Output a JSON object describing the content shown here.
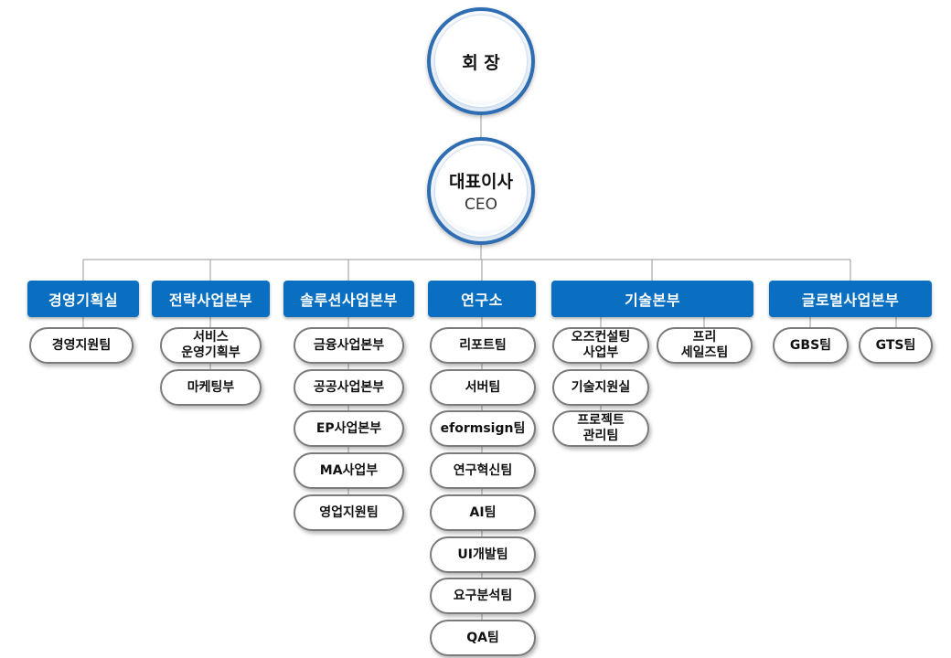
{
  "chairman": {
    "label": "회 장"
  },
  "ceo": {
    "label": "대표이사",
    "sub": "CEO"
  },
  "departments": [
    {
      "id": "mgmt",
      "label": "경영기획실",
      "teams": [
        "경영지원팀"
      ]
    },
    {
      "id": "strategy",
      "label": "전략사업본부",
      "teams": [
        "서비스\n운영기획부",
        "마케팅부"
      ]
    },
    {
      "id": "solution",
      "label": "솔루션사업본부",
      "teams": [
        "금융사업본부",
        "공공사업본부",
        "EP사업본부",
        "MA사업부",
        "영업지원팀"
      ]
    },
    {
      "id": "lab",
      "label": "연구소",
      "teams": [
        "리포트팀",
        "서버팀",
        "eformsign팀",
        "연구혁신팀",
        "AI팀",
        "UI개발팀",
        "요구분석팀",
        "QA팀"
      ]
    },
    {
      "id": "tech",
      "label": "기술본부",
      "teams": [
        "오즈컨설팅\n사업부",
        "기술지원실",
        "프로젝트\n관리팀",
        "프리\n세일즈팀"
      ]
    },
    {
      "id": "global",
      "label": "글로벌사업본부",
      "teams": [
        "GBS팀",
        "GTS팀"
      ]
    }
  ],
  "colors": {
    "dept": "#0a6fc0",
    "line": "#9a9a9a",
    "circle_ring": "#2f6db3"
  }
}
